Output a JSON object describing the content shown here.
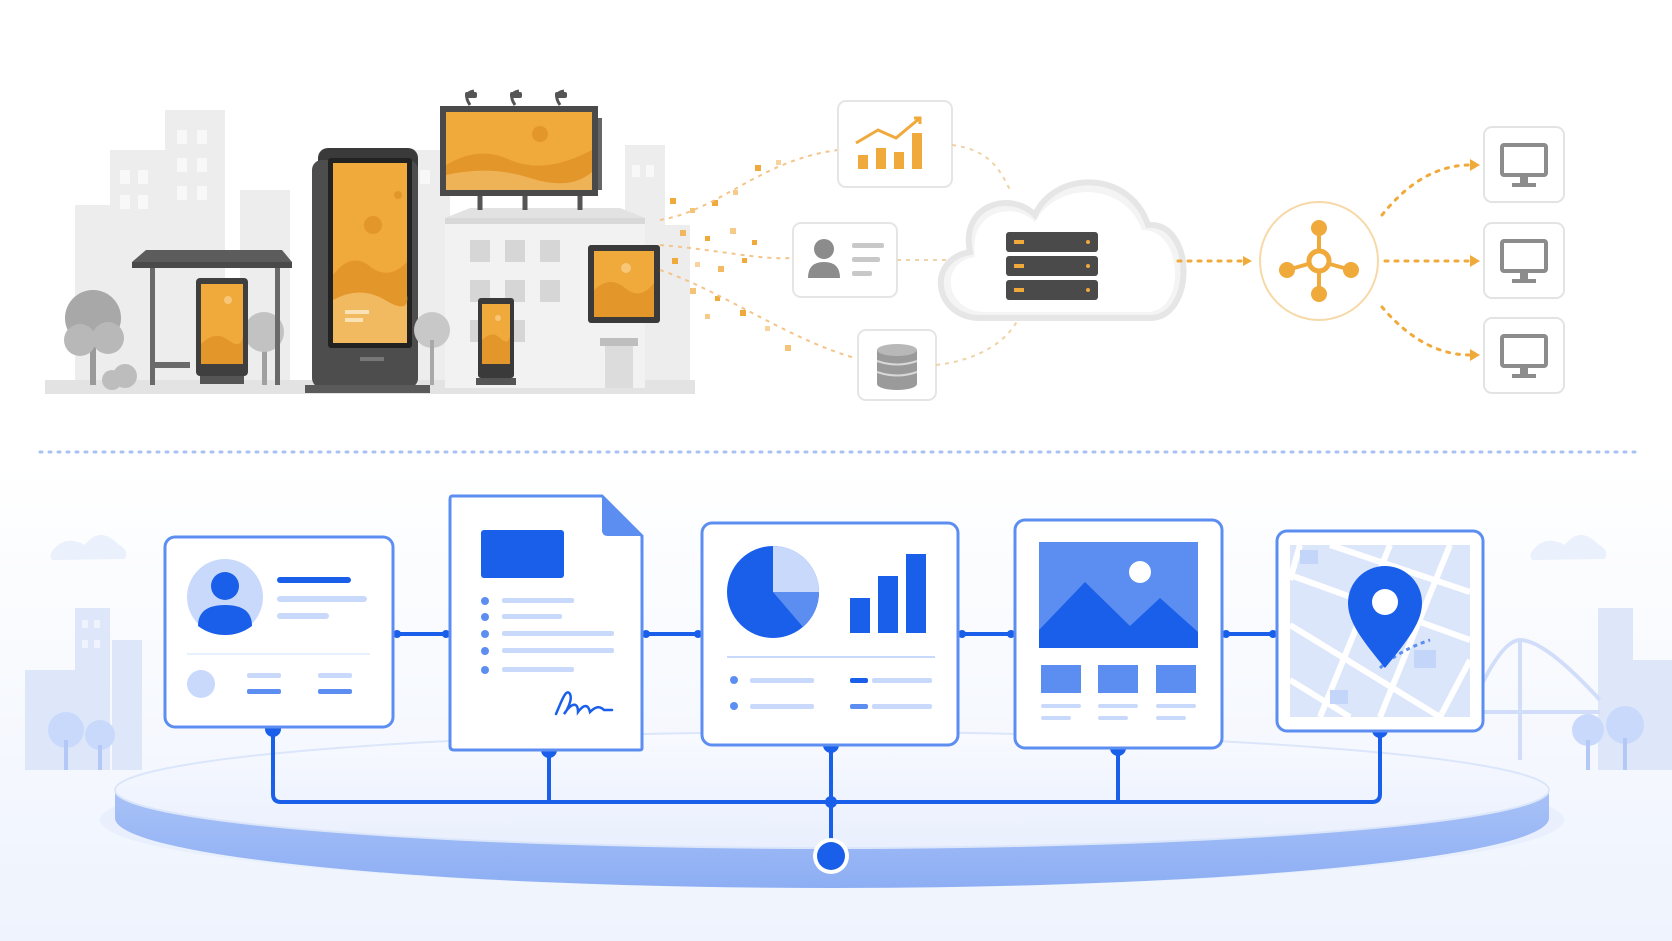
{
  "colors": {
    "accent_orange": "#F0A93B",
    "orange_dark": "#E3962A",
    "orange_light": "#F7C777",
    "accent_blue": "#1A5FEA",
    "blue_mid": "#5C8EF2",
    "blue_light": "#C9D9FB",
    "blue_pale": "#E8F0FE",
    "gray_dark": "#4A4A4A",
    "gray_mid": "#8C8C8C",
    "gray_light": "#DADADA",
    "gray_pale": "#EFEFEF"
  },
  "top_section": {
    "street_scene": [
      "bus-shelter-screen",
      "digital-kiosk",
      "rooftop-billboard",
      "wall-screen",
      "street-screen"
    ],
    "data_sources": [
      "analytics-chart-icon",
      "user-profile-icon",
      "database-icon"
    ],
    "cloud": {
      "icon": "server-stack-icon"
    },
    "distribution_hub": {
      "icon": "hub-network-icon"
    },
    "displays": [
      "monitor-icon",
      "monitor-icon",
      "monitor-icon"
    ]
  },
  "bottom_section": {
    "cards": [
      {
        "id": "profile",
        "icon": "user-avatar-icon"
      },
      {
        "id": "document",
        "icon": "signature-icon"
      },
      {
        "id": "report",
        "icon": "pie-chart-icon"
      },
      {
        "id": "media",
        "icon": "landscape-image-icon"
      },
      {
        "id": "map",
        "icon": "location-pin-icon"
      }
    ],
    "platform": {
      "icon": "hub-node-icon"
    }
  }
}
